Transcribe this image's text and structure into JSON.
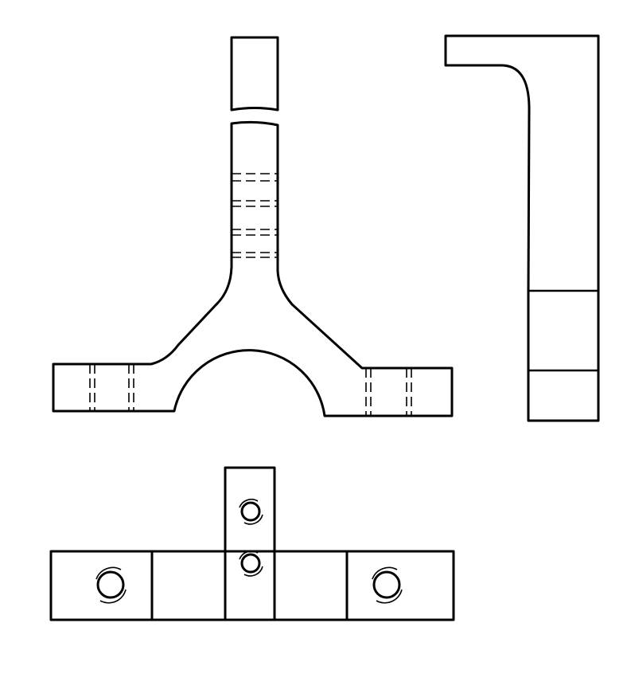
{
  "colors": {
    "line": "#000000",
    "background": "#ffffff"
  },
  "views": [
    {
      "id": "front-view"
    },
    {
      "id": "side-view"
    },
    {
      "id": "top-view"
    }
  ]
}
